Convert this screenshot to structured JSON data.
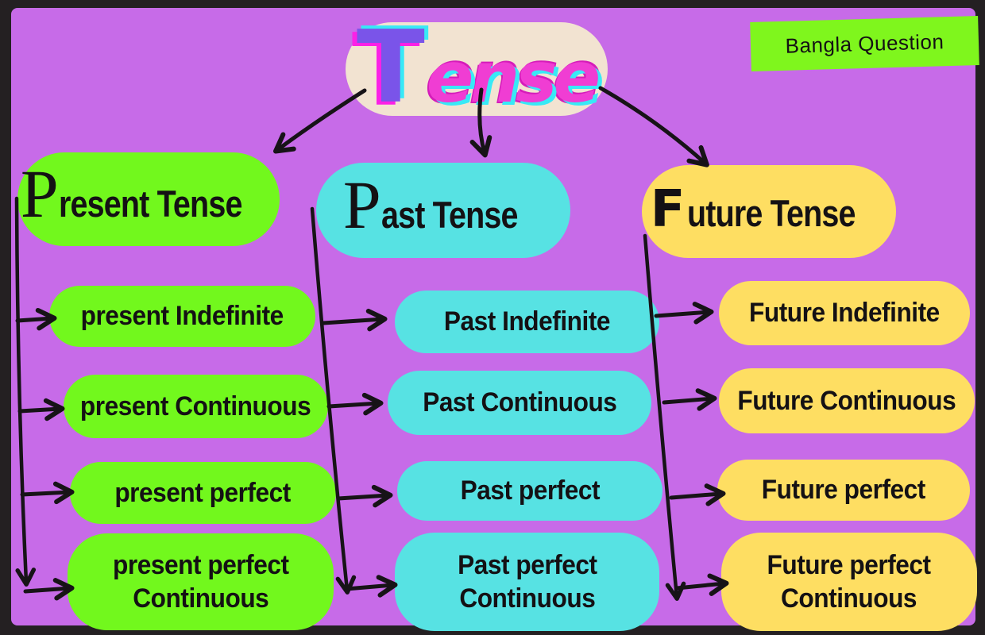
{
  "title": {
    "word": "Tense",
    "initial": "T",
    "rest": "ense"
  },
  "badge": {
    "label": "Bangla Question"
  },
  "colors": {
    "frame": "#242022",
    "background": "#c76be8",
    "title_box": "#f2e3d1",
    "title_initial": "#7a54e9",
    "title_rest": "#f03dd3",
    "title_accent_cyan": "#38e9f6",
    "title_accent_magenta": "#fb21e6",
    "badge": "#7ff61d",
    "present": "#72f81d",
    "past": "#57e2e3",
    "future": "#fede62",
    "text": "#141114",
    "line": "#171317"
  },
  "columns": [
    {
      "name": "Present Tense",
      "heading_initial": "P",
      "heading_rest": "resent Tense",
      "items": [
        "present Indefinite",
        "present Continuous",
        "present perfect",
        "present perfect Continuous"
      ]
    },
    {
      "name": "Past Tense",
      "heading_initial": "P",
      "heading_rest": "ast Tense",
      "items": [
        "Past Indefinite",
        "Past Continuous",
        "Past perfect",
        "Past perfect Continuous"
      ]
    },
    {
      "name": "Future Tense",
      "heading_initial": "F",
      "heading_rest": "uture Tense",
      "items": [
        "Future Indefinite",
        "Future Continuous",
        "Future perfect",
        "Future perfect Continuous"
      ]
    }
  ]
}
